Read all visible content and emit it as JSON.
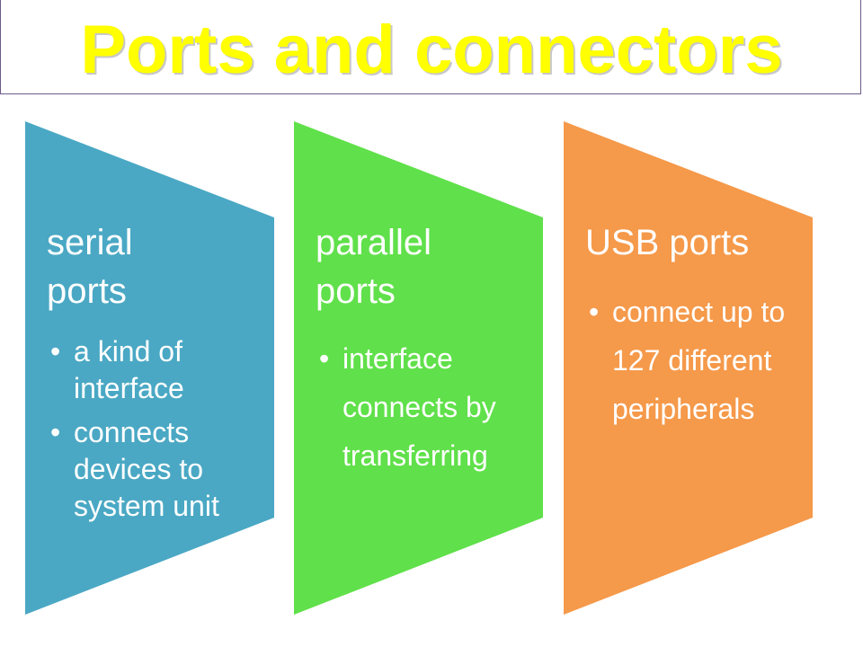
{
  "title": "Ports and connectors",
  "colors": {
    "title": "#ffff00",
    "serial": "#4aa8c4",
    "parallel": "#60e04a",
    "usb": "#f5994a",
    "text": "#ffffff"
  },
  "panels": [
    {
      "heading_line1": "serial",
      "heading_line2": "ports",
      "bullets": [
        "a kind of interface",
        "connects devices to system unit"
      ]
    },
    {
      "heading_line1": "parallel",
      "heading_line2": "ports",
      "bullets": [
        "interface connects by transferring"
      ]
    },
    {
      "heading_line1": "USB ports",
      "heading_line2": "",
      "bullets": [
        "connect up to 127 different peripherals"
      ]
    }
  ]
}
